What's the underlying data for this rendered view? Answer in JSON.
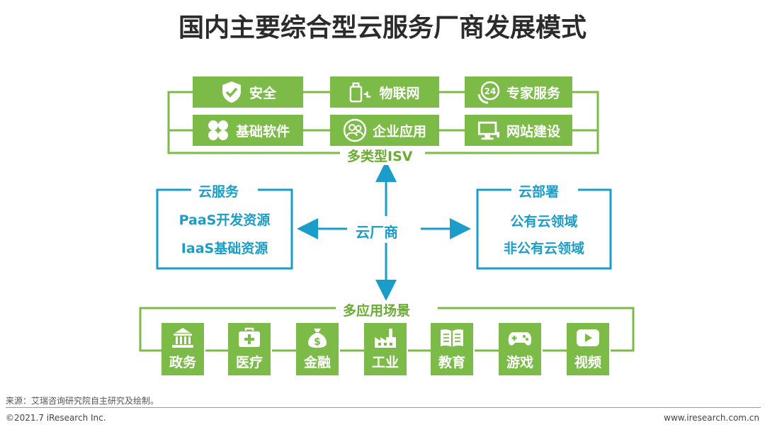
{
  "title": "国内主要综合型云服务厂商发展模式",
  "isv": {
    "label": "多类型ISV",
    "items": [
      {
        "label": "安全",
        "icon": "shield-check-icon"
      },
      {
        "label": "物联网",
        "icon": "smart-device-icon"
      },
      {
        "label": "专家服务",
        "icon": "24h-phone-icon"
      },
      {
        "label": "基础软件",
        "icon": "windows-icon"
      },
      {
        "label": "企业应用",
        "icon": "users-icon"
      },
      {
        "label": "网站建设",
        "icon": "monitor-icon"
      }
    ]
  },
  "center": {
    "label": "云厂商"
  },
  "cloud_service": {
    "label": "云服务",
    "items": [
      "PaaS开发资源",
      "IaaS基础资源"
    ]
  },
  "cloud_deploy": {
    "label": "云部署",
    "items": [
      "公有云领域",
      "非公有云领域"
    ]
  },
  "scenes": {
    "label": "多应用场景",
    "items": [
      {
        "label": "政务",
        "icon": "government-building-icon"
      },
      {
        "label": "医疗",
        "icon": "medical-kit-icon"
      },
      {
        "label": "金融",
        "icon": "money-bag-icon"
      },
      {
        "label": "工业",
        "icon": "factory-icon"
      },
      {
        "label": "教育",
        "icon": "book-icon"
      },
      {
        "label": "游戏",
        "icon": "gamepad-icon"
      },
      {
        "label": "视频",
        "icon": "video-play-icon"
      }
    ]
  },
  "footer": {
    "source": "来源：艾瑞咨询研究院自主研究及绘制。",
    "copyright": "©2021.7 iResearch Inc.",
    "website": "www.iresearch.com.cn"
  },
  "colors": {
    "green": "#7cbb47",
    "green_dark": "#6aab33",
    "blue": "#1a9ec9"
  }
}
